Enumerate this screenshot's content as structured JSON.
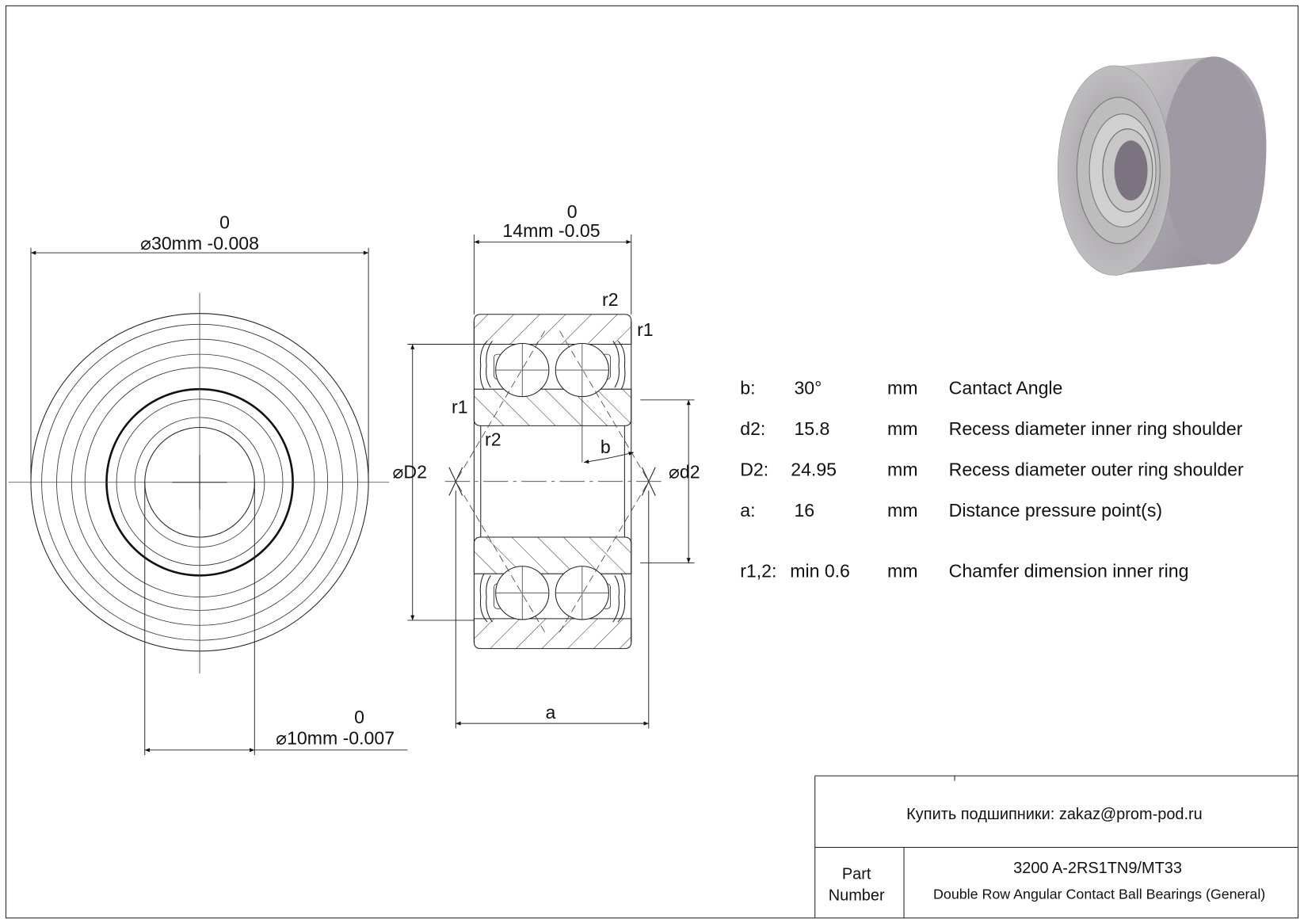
{
  "drawing": {
    "outer_diameter": {
      "upper": "0",
      "label": "⌀30mm -0.008"
    },
    "width": {
      "upper": "0",
      "label": "14mm -0.05"
    },
    "bore": {
      "upper": "0",
      "label": "⌀10mm -0.007"
    },
    "labels": {
      "r1": "r1",
      "r2": "r2",
      "D2": "⌀D2",
      "d2": "⌀d2",
      "a": "a",
      "b": "b"
    }
  },
  "specs": [
    {
      "key": "b:",
      "value": "30°",
      "unit": "mm",
      "desc": "Cantact Angle"
    },
    {
      "key": "d2:",
      "value": "15.8",
      "unit": "mm",
      "desc": "Recess diameter inner ring shoulder"
    },
    {
      "key": "D2:",
      "value": "24.95",
      "unit": "mm",
      "desc": "Recess diameter outer ring shoulder"
    },
    {
      "key": "a:",
      "value": "16",
      "unit": "mm",
      "desc": "Distance pressure point(s)"
    },
    {
      "key": "r1,2:",
      "value": "min 0.6",
      "unit": "mm",
      "desc": "Chamfer dimension inner ring"
    }
  ],
  "title_block": {
    "contact": "Купить подшипники: zakaz@prom-pod.ru",
    "part_label_1": "Part",
    "part_label_2": "Number",
    "part_number": "3200 A-2RS1TN9/MT33",
    "description": "Double Row Angular Contact Ball Bearings (General)"
  }
}
